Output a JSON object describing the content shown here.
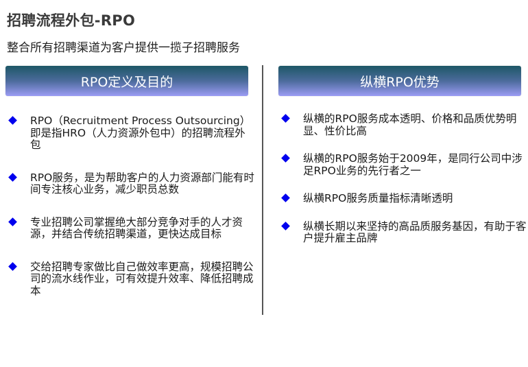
{
  "page": {
    "title": "招聘流程外包-RPO",
    "subtitle": "整合所有招聘渠道为客户提供一揽子招聘服务"
  },
  "left_section": {
    "header": "RPO定义及目的",
    "bullet_icon": "diamond-bullet",
    "items": [
      {
        "text": "RPO（Recruitment Process Outsourcing）即是指HRO（人力资源外包中）的招聘流程外包"
      },
      {
        "text": "RPO服务，是为帮助客户的人力资源部门能有时间专注核心业务，减少职员总数"
      },
      {
        "text": "专业招聘公司掌握绝大部分竞争对手的人才资源，并结合传统招聘渠道，更快达成目标"
      },
      {
        "text": "交给招聘专家做比自己做效率更高，规模招聘公司的流水线作业，可有效提升效率、降低招聘成本"
      }
    ]
  },
  "right_section": {
    "header": "纵横RPO优势",
    "bullet_icon": "diamond-bullet",
    "items": [
      {
        "text": "纵横的RPO服务成本透明、价格和品质优势明显、性价比高"
      },
      {
        "text": "纵横的RPO服务始于2009年，是同行公司中涉足RPO业务的先行者之一"
      },
      {
        "text": "纵横RPO服务质量指标清晰透明"
      },
      {
        "text": "纵横长期以来坚持的高品质服务基因，有助于客户提升雇主品牌"
      }
    ]
  },
  "colors": {
    "header_gradient_top": "#1d5766",
    "header_gradient_bottom": "#9c9cf4",
    "bullet": "#0000ee",
    "divider": "#555555"
  }
}
